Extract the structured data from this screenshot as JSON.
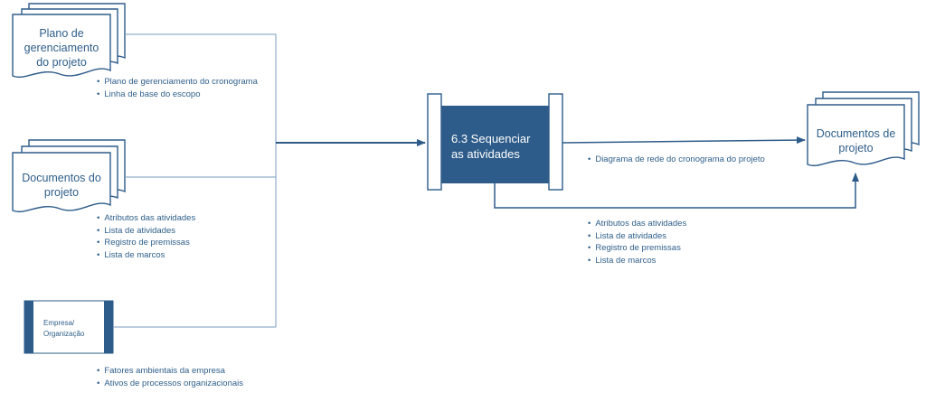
{
  "colors": {
    "accent": "#2e5c8a",
    "text": "#2f5f8a",
    "line": "#7a9cbf"
  },
  "inputs": {
    "plan_doc": {
      "title_lines": [
        "Plano de",
        "gerenciamento",
        "do projeto"
      ],
      "items": [
        "Plano de gerenciamento do cronograma",
        "Linha de base do escopo"
      ]
    },
    "project_docs": {
      "title_lines": [
        "Documentos do",
        "projeto"
      ],
      "items": [
        "Atributos das atividades",
        "Lista de atividades",
        "Registro de premissas",
        "Lista de marcos"
      ]
    },
    "enterprise": {
      "title_lines": [
        "Empresa/",
        "Organização"
      ],
      "items": [
        "Fatores ambientais da empresa",
        "Ativos de processos organizacionais"
      ]
    }
  },
  "process": {
    "title_lines": [
      "6.3 Sequenciar",
      "as atividades"
    ]
  },
  "outputs": {
    "documents": {
      "title_lines": [
        "Documentos de",
        "projeto"
      ]
    },
    "main_output": {
      "items": [
        "Diagrama de rede do cronograma do projeto"
      ]
    },
    "updates": {
      "items": [
        "Atributos das atividades",
        "Lista de atividades",
        "Registro de premissas",
        "Lista de marcos"
      ]
    }
  }
}
